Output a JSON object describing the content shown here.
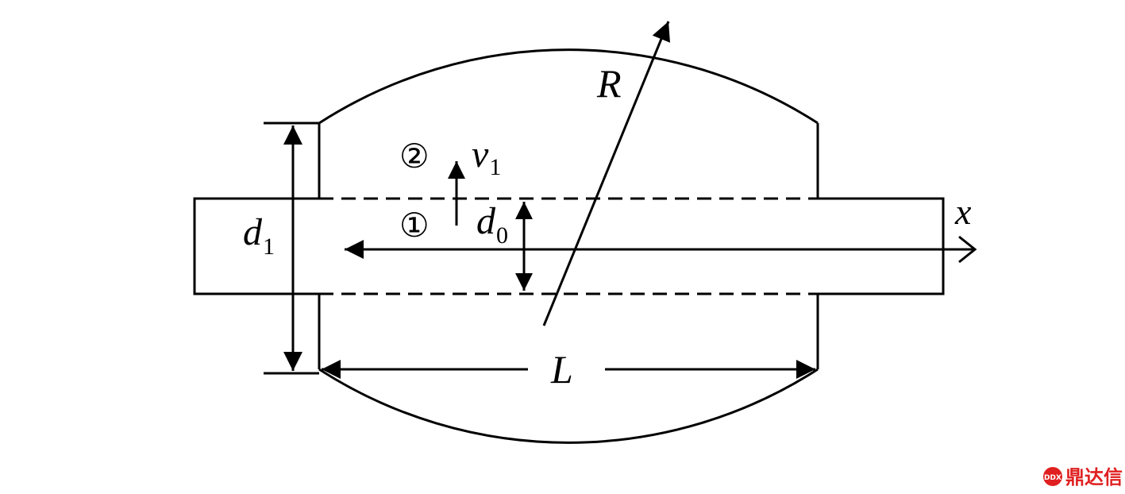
{
  "labels": {
    "radius": "R",
    "length": "L",
    "axis": "x",
    "d1_main": "d",
    "d1_sub": "1",
    "d0_main": "d",
    "d0_sub": "0",
    "v1_main": "v",
    "v1_sub": "1",
    "region_1": "①",
    "region_2": "②"
  },
  "watermark": {
    "text": "鼎达信",
    "logo_text": "DDX"
  },
  "colors": {
    "line": "#000000",
    "watermark": "#e02020"
  }
}
